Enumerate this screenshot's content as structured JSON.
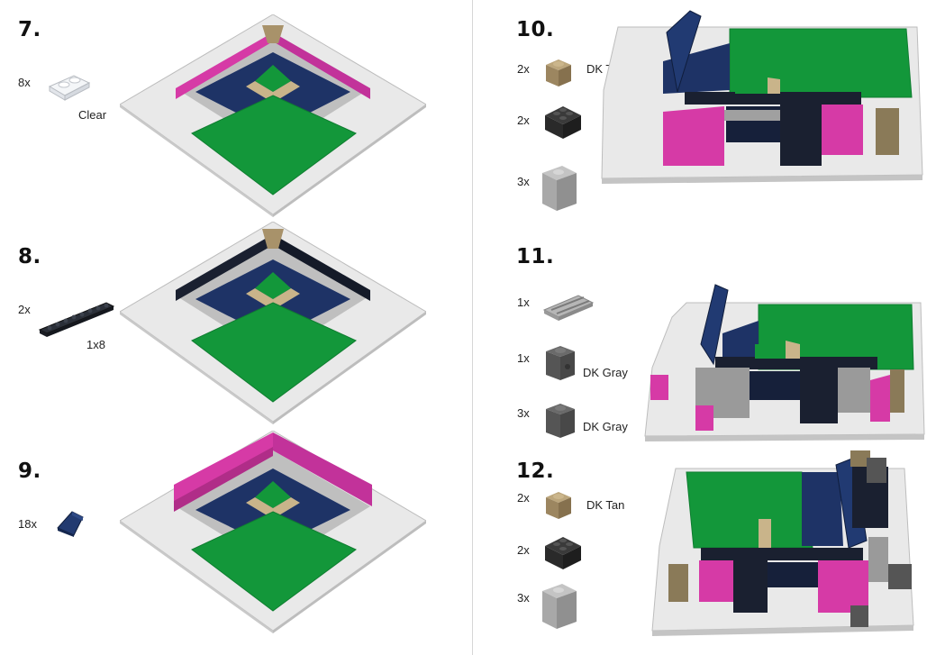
{
  "steps": [
    {
      "number": "7.",
      "parts": [
        {
          "qty": "8x",
          "name": "Clear",
          "icon": "clear-plate-1x2-icon"
        }
      ]
    },
    {
      "number": "8.",
      "parts": [
        {
          "qty": "2x",
          "name": "1x8",
          "icon": "black-plate-1x8-icon"
        }
      ]
    },
    {
      "number": "9.",
      "parts": [
        {
          "qty": "18x",
          "name": "",
          "icon": "dark-blue-slope-icon"
        }
      ]
    },
    {
      "number": "10.",
      "parts": [
        {
          "qty": "2x",
          "name": "DK Tan",
          "icon": "dark-tan-brick-1x1-icon"
        },
        {
          "qty": "2x",
          "name": "",
          "icon": "black-brick-2x2-icon"
        },
        {
          "qty": "3x",
          "name": "",
          "icon": "light-gray-brick-1x2-icon"
        }
      ]
    },
    {
      "number": "11.",
      "parts": [
        {
          "qty": "1x",
          "name": "",
          "icon": "gray-grille-tile-icon"
        },
        {
          "qty": "1x",
          "name": "DK Gray",
          "icon": "dark-gray-headlight-brick-icon"
        },
        {
          "qty": "3x",
          "name": "DK Gray",
          "icon": "dark-gray-brick-1x1-icon"
        }
      ]
    },
    {
      "number": "12.",
      "parts": [
        {
          "qty": "2x",
          "name": "DK Tan",
          "icon": "dark-tan-brick-1x1-icon"
        },
        {
          "qty": "2x",
          "name": "",
          "icon": "black-brick-2x2-icon"
        },
        {
          "qty": "3x",
          "name": "",
          "icon": "light-gray-brick-1x2-icon"
        }
      ]
    }
  ],
  "colors": {
    "baseplate": "#e9e9e9",
    "stud": "#fafafa",
    "grass": "#13973a",
    "seat_blue": "#1e3366",
    "pink": "#d63aa6",
    "tan": "#a8926a",
    "black": "#1a2030",
    "gray": "#9a9a9a",
    "dark_gray": "#555555"
  }
}
